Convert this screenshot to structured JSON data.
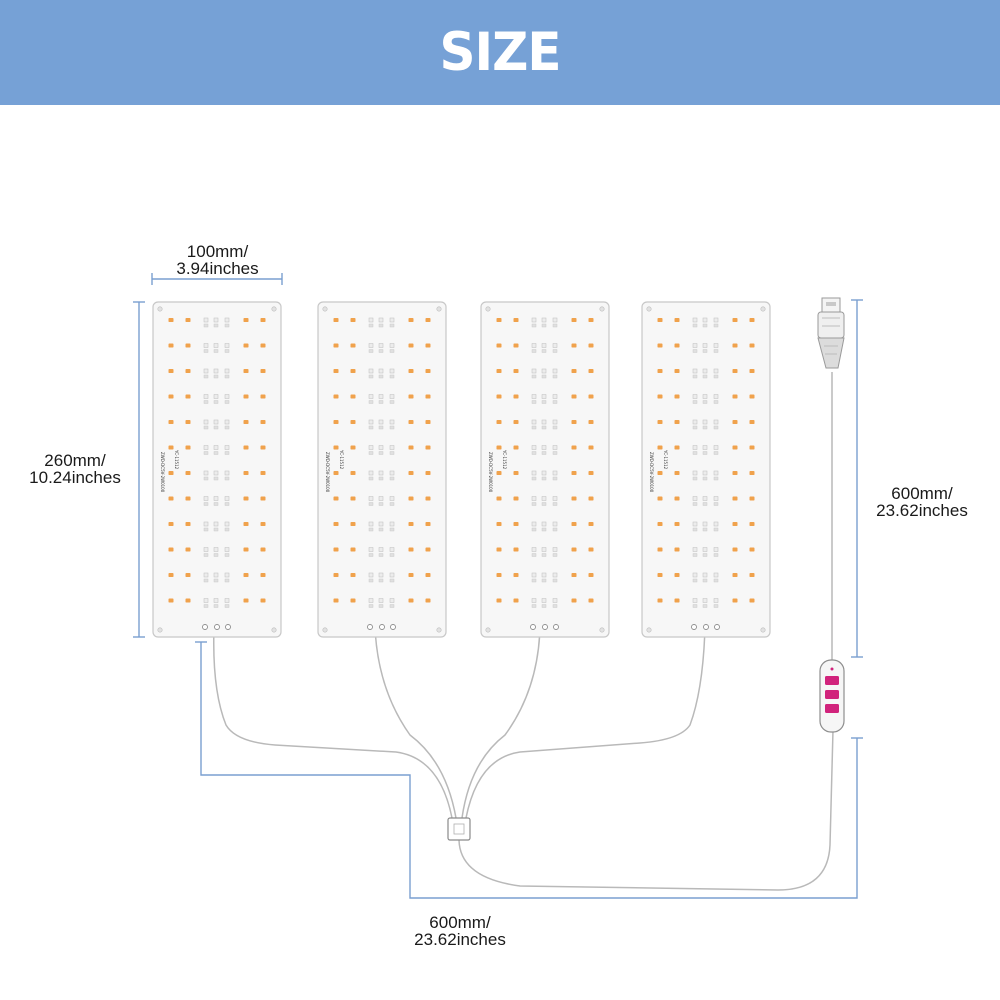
{
  "header": {
    "title": "SIZE"
  },
  "dimensions": {
    "panel_width": {
      "line1": "100mm/",
      "line2": "3.94inches"
    },
    "panel_height": {
      "line1": "260mm/",
      "line2": "10.24inches"
    },
    "usb_cable": {
      "line1": "600mm/",
      "line2": "23.62inches"
    },
    "splitter_cable": {
      "line1": "600mm/",
      "line2": "23.62inches"
    }
  },
  "panels": [
    {
      "model": "YC-11512",
      "spec": "ZWD-DC5V-2W0100"
    },
    {
      "model": "YC-11512",
      "spec": "ZWD-DC5V-2W0100"
    },
    {
      "model": "YC-11512",
      "spec": "ZWD-DC5V-2W0100"
    },
    {
      "model": "YC-11512",
      "spec": "ZWD-DC5V-2W0100"
    }
  ],
  "colors": {
    "banner": "#76a1d6",
    "dimension_line": "#7a9fd0",
    "led_orange": "#f0a24c",
    "led_white": "#ececec",
    "controller_button": "#d1237c"
  },
  "icons": [
    "usb-plug-icon",
    "controller-icon",
    "splitter-connector-icon"
  ]
}
